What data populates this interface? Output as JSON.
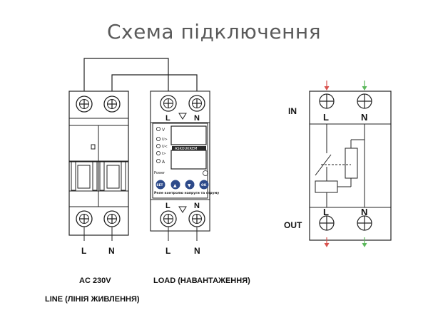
{
  "title": "Схема підключення",
  "breaker": {
    "terminal_left": "L",
    "terminal_right": "N",
    "voltage": "AC 230V",
    "line_label": "LINE (ЛІНІЯ ЖИВЛЕННЯ)"
  },
  "relay": {
    "top_left": "L",
    "top_right": "N",
    "bottom_left": "L",
    "bottom_right": "N",
    "wire_left": "L",
    "wire_right": "N",
    "brand": "ASKOUKRЕМ",
    "indicators": [
      "V",
      "U>",
      "U<",
      "I>",
      "A"
    ],
    "power_label": "Power",
    "buttons": [
      "SET",
      "▲",
      "▼",
      "OK"
    ],
    "caption": "Реле контролю напруги та струму",
    "load_label": "LOAD (НАВАНТАЖЕННЯ)"
  },
  "schematic": {
    "in_label": "IN",
    "out_label": "OUT",
    "top_left": "L",
    "top_right": "N",
    "bottom_left": "L",
    "bottom_right": "N"
  },
  "colors": {
    "arrow_live": "#d9534f",
    "arrow_neutral": "#5cb85c",
    "wire": "#222222",
    "display": "#2a2a2a",
    "button": "#2d4a8a"
  }
}
